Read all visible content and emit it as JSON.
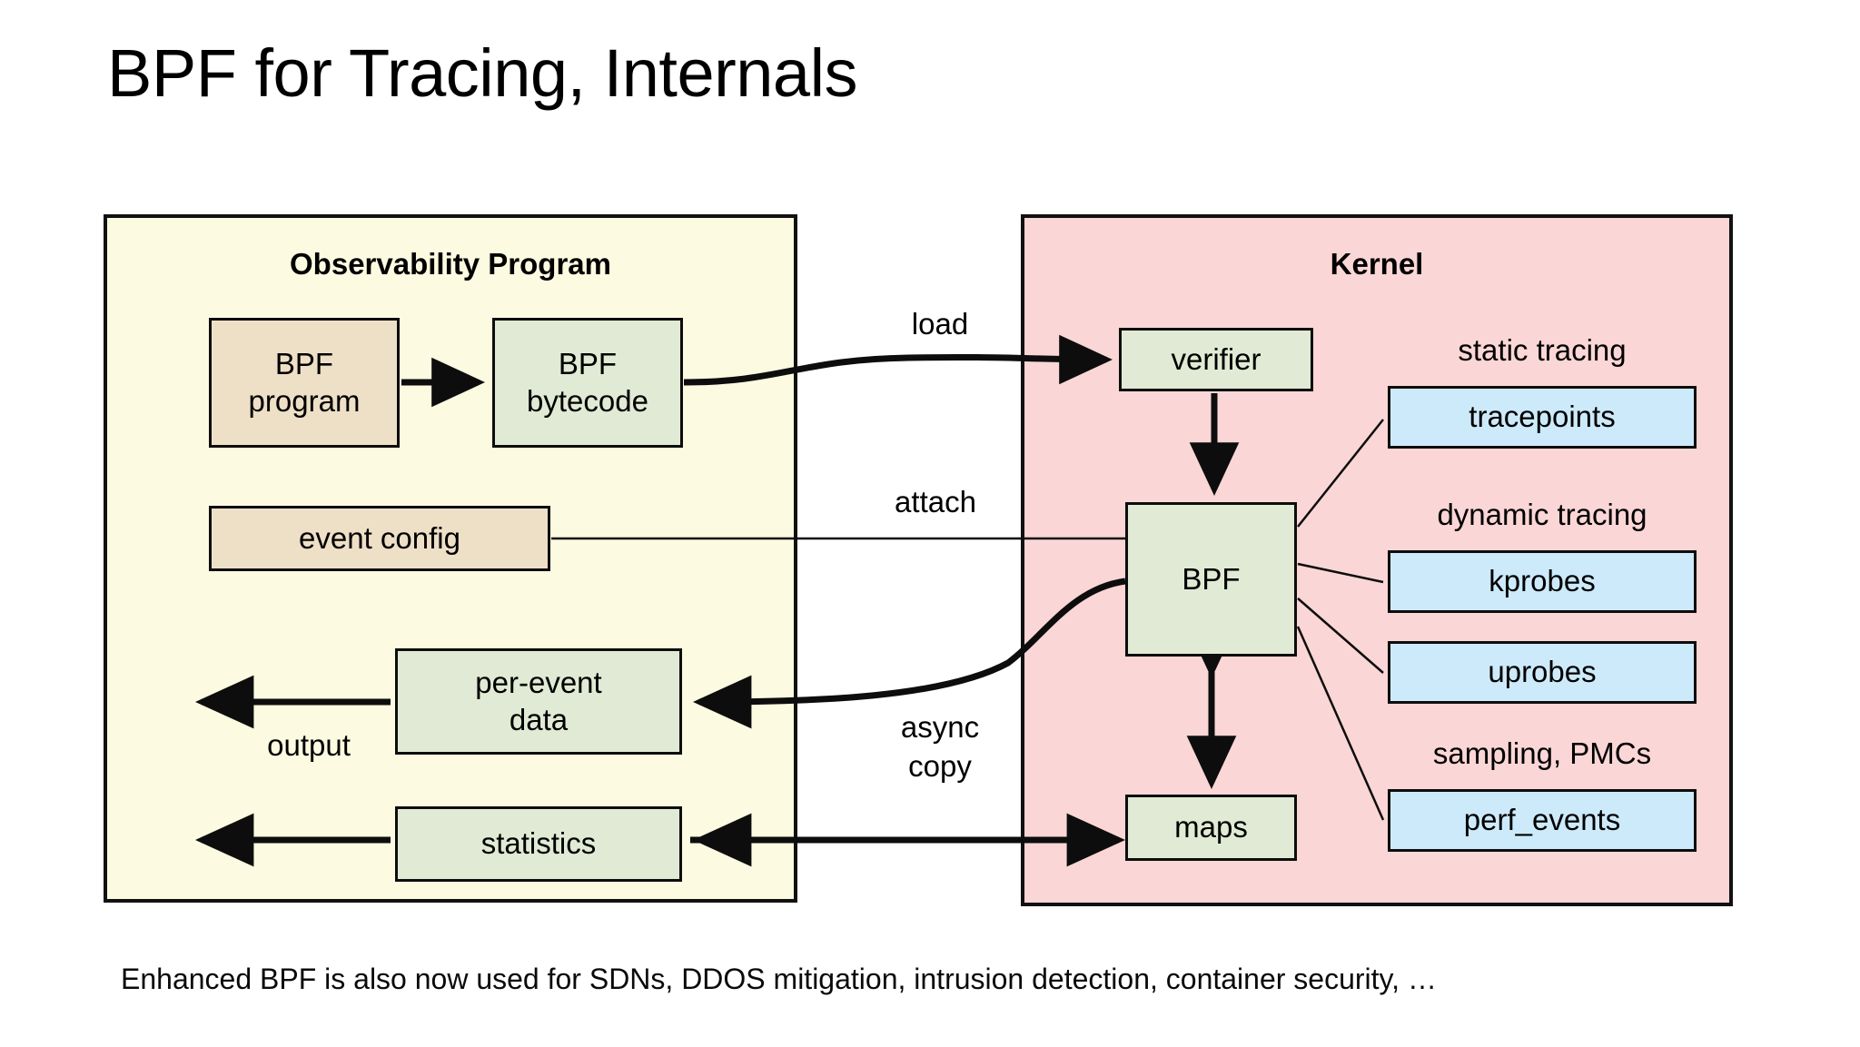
{
  "slide": {
    "title": "BPF for Tracing, Internals",
    "footnote": "Enhanced BPF is also now used for SDNs, DDOS mitigation, intrusion detection, container security, …"
  },
  "colors": {
    "observability_panel_bg": "#FCFAE0",
    "kernel_panel_bg": "#FBD6D6",
    "tan_box": "#EEDFC7",
    "green_box": "#E1EAD4",
    "blue_box": "#CDEAFA",
    "stroke": "#111111"
  },
  "observability_panel": {
    "title": "Observability Program",
    "nodes": {
      "bpf_program": "BPF\nprogram",
      "bpf_bytecode": "BPF\nbytecode",
      "event_config": "event config",
      "per_event_data": "per-event\ndata",
      "statistics": "statistics"
    },
    "labels": {
      "output": "output"
    }
  },
  "kernel_panel": {
    "title": "Kernel",
    "nodes": {
      "verifier": "verifier",
      "bpf": "BPF",
      "maps": "maps"
    },
    "event_sources": [
      {
        "group": "static tracing",
        "name": "tracepoints"
      },
      {
        "group": "dynamic tracing",
        "name": "kprobes"
      },
      {
        "group": "",
        "name": "uprobes"
      },
      {
        "group": "sampling, PMCs",
        "name": "perf_events"
      }
    ],
    "group_labels": {
      "static_tracing": "static tracing",
      "dynamic_tracing": "dynamic tracing",
      "sampling_pmcs": "sampling, PMCs"
    }
  },
  "connectors": {
    "load": "load",
    "attach": "attach",
    "async_copy": "async\ncopy"
  }
}
